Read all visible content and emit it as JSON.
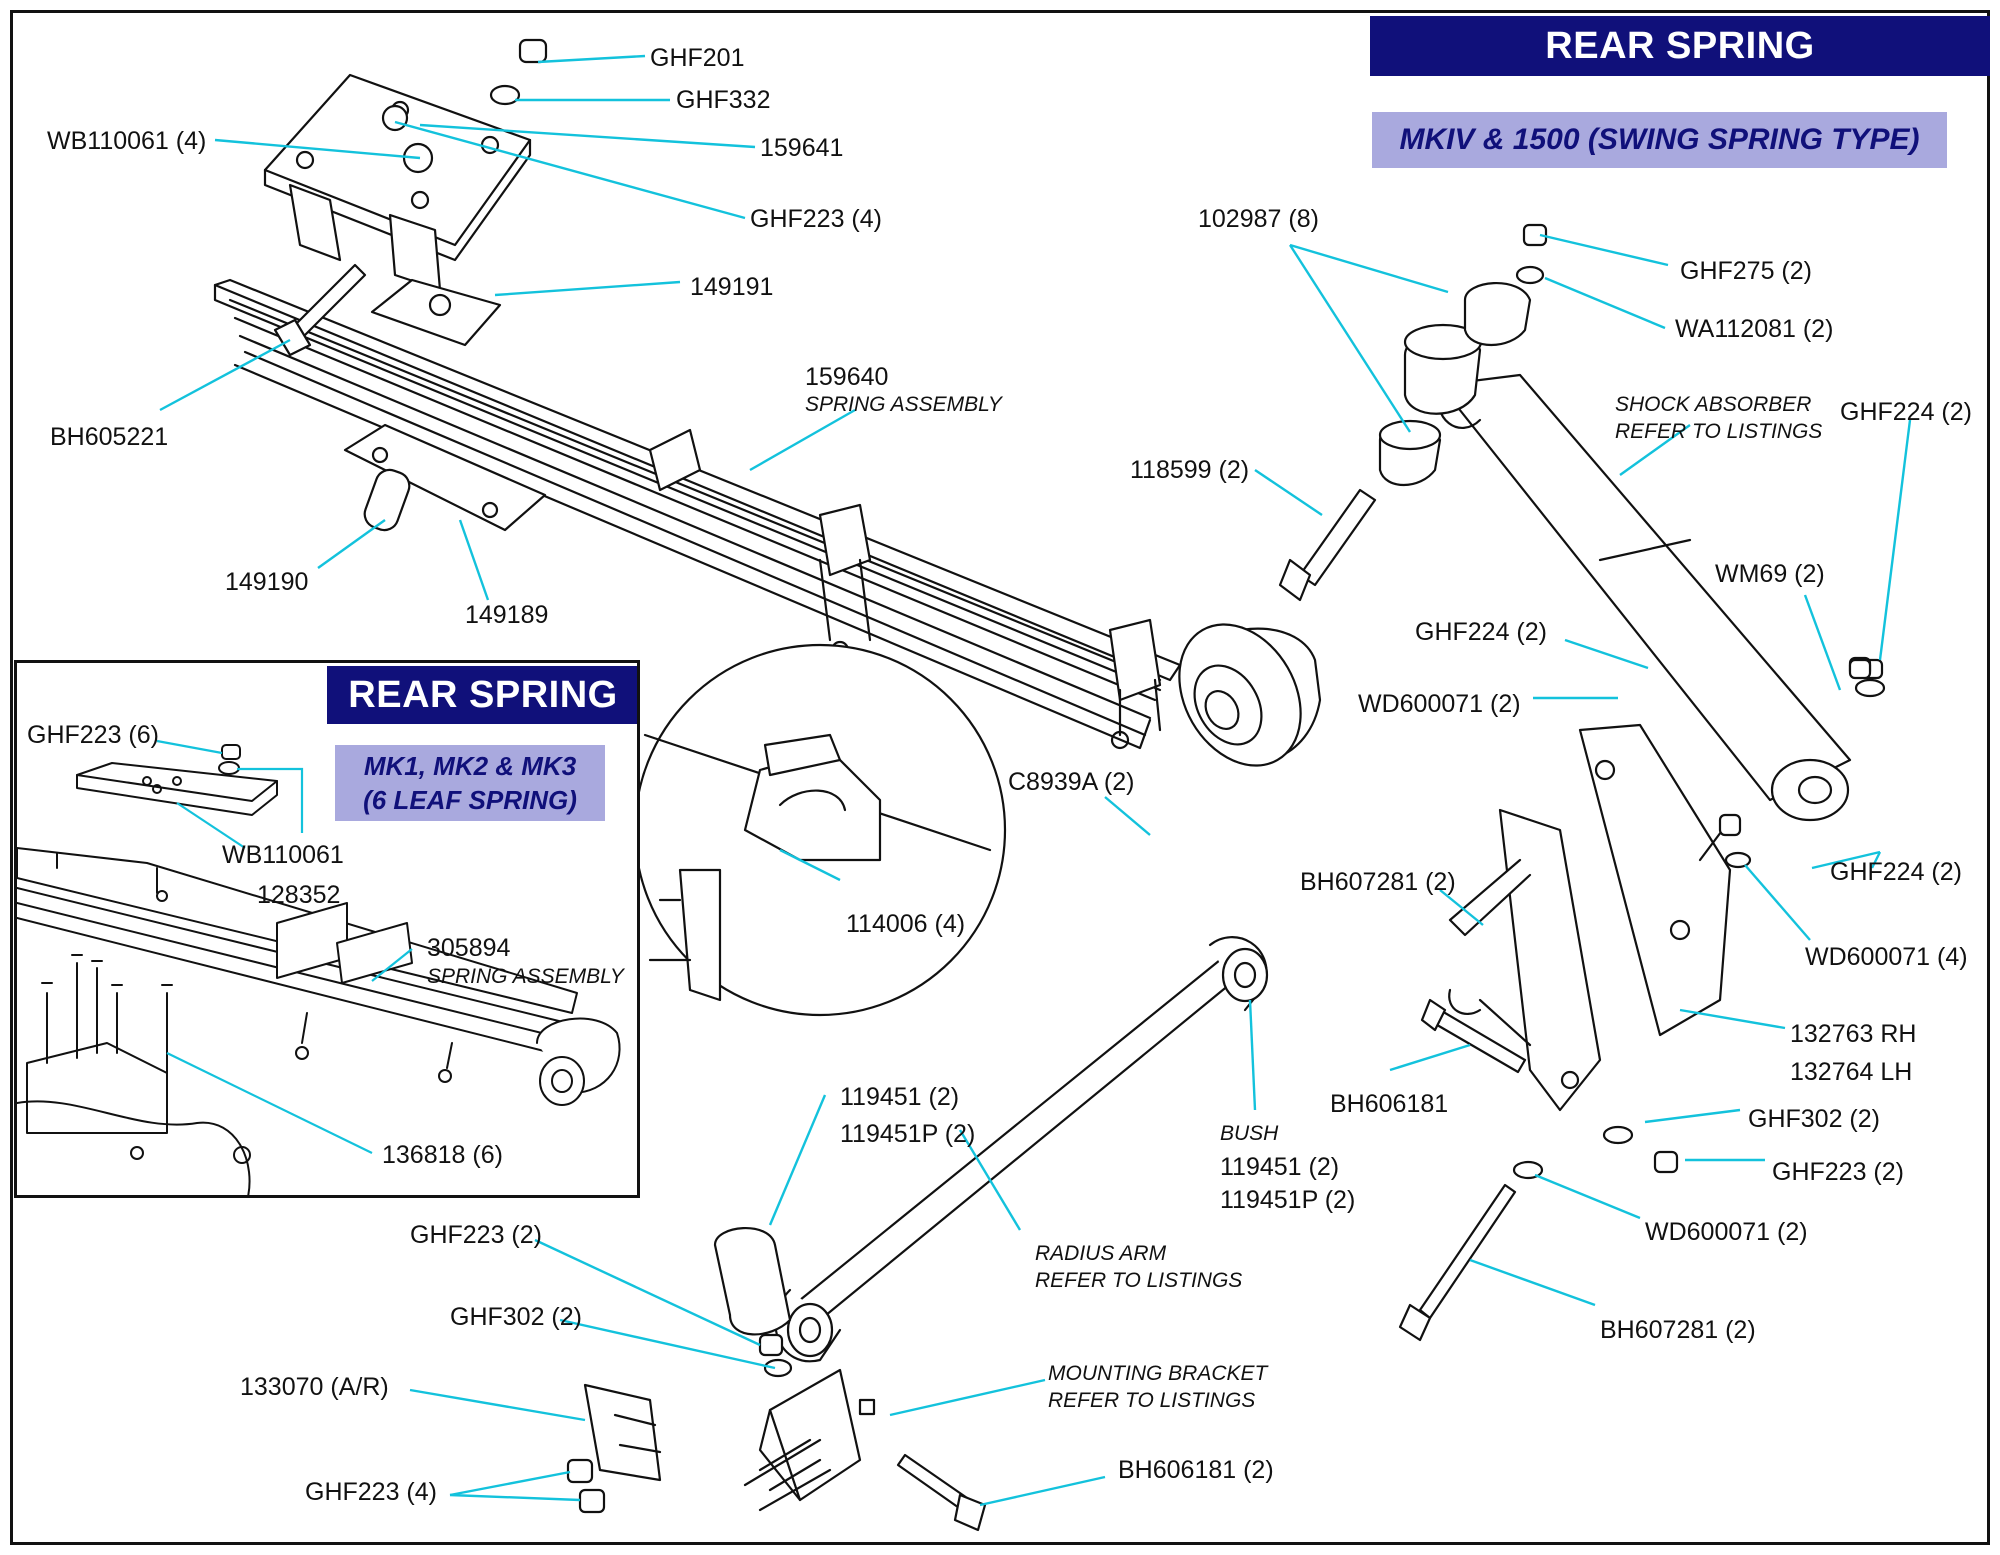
{
  "main_banner": "REAR SPRING",
  "main_subtitle": "MKIV & 1500 (SWING SPRING TYPE)",
  "inset_banner": "REAR SPRING",
  "inset_subtitle_1": "MK1, MK2 & MK3",
  "inset_subtitle_2": "(6 LEAF SPRING)",
  "colors": {
    "banner_bg": "#10107a",
    "subtitle_bg": "#a9a9de",
    "leader": "#13c2dc"
  },
  "labels": {
    "ghf201": "GHF201",
    "ghf332": "GHF332",
    "wb110061_4": "WB110061 (4)",
    "p159641": "159641",
    "ghf223_4a": "GHF223 (4)",
    "p149191": "149191",
    "bh605221": "BH605221",
    "p159640": "159640",
    "spring_assembly": "SPRING ASSEMBLY",
    "p149190": "149190",
    "p149189": "149189",
    "p102987": "102987 (8)",
    "ghf275": "GHF275 (2)",
    "wa112081": "WA112081 (2)",
    "shock_absorber": "SHOCK ABSORBER",
    "refer_listings_1": "REFER TO LISTINGS",
    "ghf224_top": "GHF224 (2)",
    "p118599": "118599 (2)",
    "wm69": "WM69 (2)",
    "ghf224_mid": "GHF224 (2)",
    "wd600071_mid": "WD600071 (2)",
    "c8939a": "C8939A (2)",
    "p114006": "114006 (4)",
    "ghf224_low": "GHF224 (2)",
    "bh607281_top": "BH607281 (2)",
    "wd600071_4": "WD600071 (4)",
    "p132763": "132763 RH",
    "p132764": "132764 LH",
    "bh606181": "BH606181",
    "ghf302_right": "GHF302 (2)",
    "ghf223_right": "GHF223 (2)",
    "wd600071_low": "WD600071 (2)",
    "bh607281_low": "BH607281 (2)",
    "p119451_a": "119451 (2)",
    "p119451p_a": "119451P (2)",
    "bush": "BUSH",
    "p119451_b": "119451 (2)",
    "p119451p_b": "119451P (2)",
    "radius_arm": "RADIUS ARM",
    "refer_listings_2": "REFER TO LISTINGS",
    "ghf223_bl": "GHF223 (2)",
    "ghf302_bl": "GHF302 (2)",
    "p133070": "133070 (A/R)",
    "ghf223_4b": "GHF223 (4)",
    "mounting_bracket": "MOUNTING BRACKET",
    "refer_listings_3": "REFER TO LISTINGS",
    "bh606181_2": "BH606181 (2)"
  },
  "inset_labels": {
    "ghf223_6": "GHF223 (6)",
    "wb110061": "WB110061",
    "p128352": "128352",
    "p305894": "305894",
    "spring_assembly": "SPRING ASSEMBLY",
    "p136818": "136818 (6)"
  }
}
